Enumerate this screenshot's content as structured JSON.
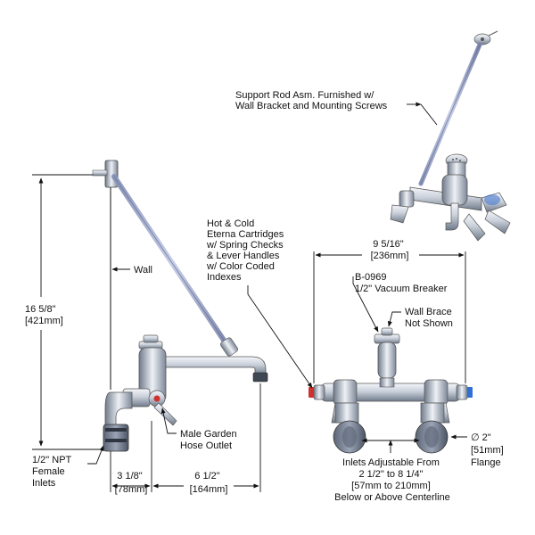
{
  "callouts": {
    "support_rod": [
      "Support Rod Asm. Furnished w/",
      "Wall Bracket and Mounting Screws"
    ],
    "wall": "Wall",
    "cartridges": [
      "Hot & Cold",
      "Eterna Cartridges",
      "w/ Spring Checks",
      "& Lever Handles",
      "w/ Color Coded",
      "Indexes"
    ],
    "vacuum_breaker": [
      "B-0969",
      "1/2\" Vacuum Breaker"
    ],
    "wall_brace": [
      "Wall Brace",
      "Not Shown"
    ],
    "garden_outlet": [
      "Male Garden",
      "Hose Outlet"
    ],
    "npt_inlets": [
      "1/2\" NPT",
      "Female",
      "Inlets"
    ],
    "inlets_adjustable": [
      "Inlets Adjustable From",
      "2 1/2\" to 8 1/4\"",
      "[57mm to 210mm]",
      "Below or Above Centerline"
    ],
    "flange": [
      "∅ 2\"",
      "[51mm]",
      "Flange"
    ]
  },
  "dimensions": {
    "height": [
      "16 5/8\"",
      "[421mm]"
    ],
    "width_front": [
      "9 5/16\"",
      "[236mm]"
    ],
    "depth_wall": [
      "3 1/8\"",
      "[78mm]"
    ],
    "spout_reach": [
      "6 1/2\"",
      "[164mm]"
    ]
  },
  "colors": {
    "line": "#111111",
    "chrome_light": "#e8ecf2",
    "chrome_dark": "#7a8696",
    "rod": "#a9b3d6",
    "hot_index": "#d0312d",
    "cold_index": "#2f6fd6"
  }
}
